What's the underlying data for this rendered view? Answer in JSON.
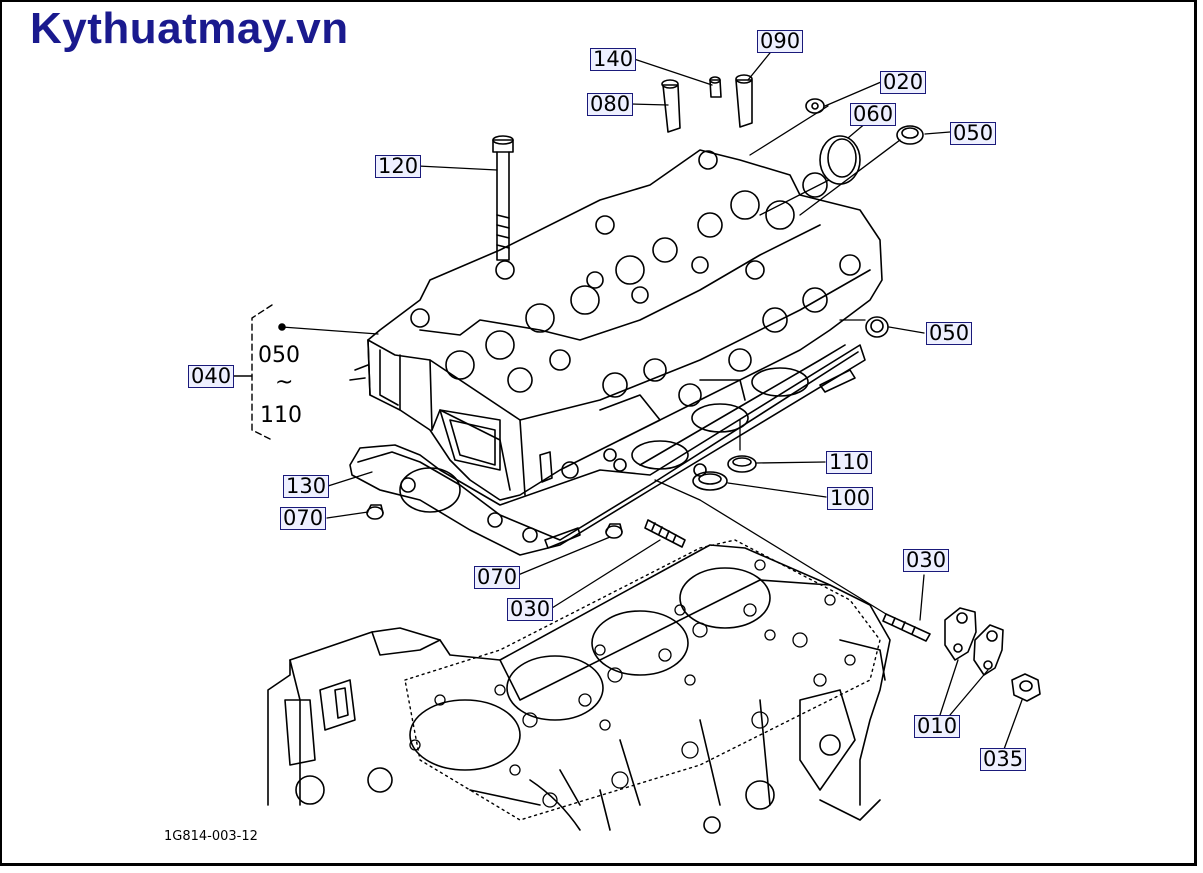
{
  "brand": {
    "text": "Kythuatmay.vn",
    "color": "#1a1a8e"
  },
  "drawing_code": "1G814-003-12",
  "group": {
    "label": "040",
    "range_from": "050",
    "range_sep": "~",
    "range_to": "110"
  },
  "callouts": [
    {
      "id": "c140",
      "label": "140"
    },
    {
      "id": "c090",
      "label": "090"
    },
    {
      "id": "c080",
      "label": "080"
    },
    {
      "id": "c020",
      "label": "020"
    },
    {
      "id": "c060",
      "label": "060"
    },
    {
      "id": "c050a",
      "label": "050"
    },
    {
      "id": "c120",
      "label": "120"
    },
    {
      "id": "c050b",
      "label": "050"
    },
    {
      "id": "c110",
      "label": "110"
    },
    {
      "id": "c100",
      "label": "100"
    },
    {
      "id": "c130",
      "label": "130"
    },
    {
      "id": "c070a",
      "label": "070"
    },
    {
      "id": "c070b",
      "label": "070"
    },
    {
      "id": "c030a",
      "label": "030"
    },
    {
      "id": "c030b",
      "label": "030"
    },
    {
      "id": "c010",
      "label": "010"
    },
    {
      "id": "c035",
      "label": "035"
    }
  ]
}
